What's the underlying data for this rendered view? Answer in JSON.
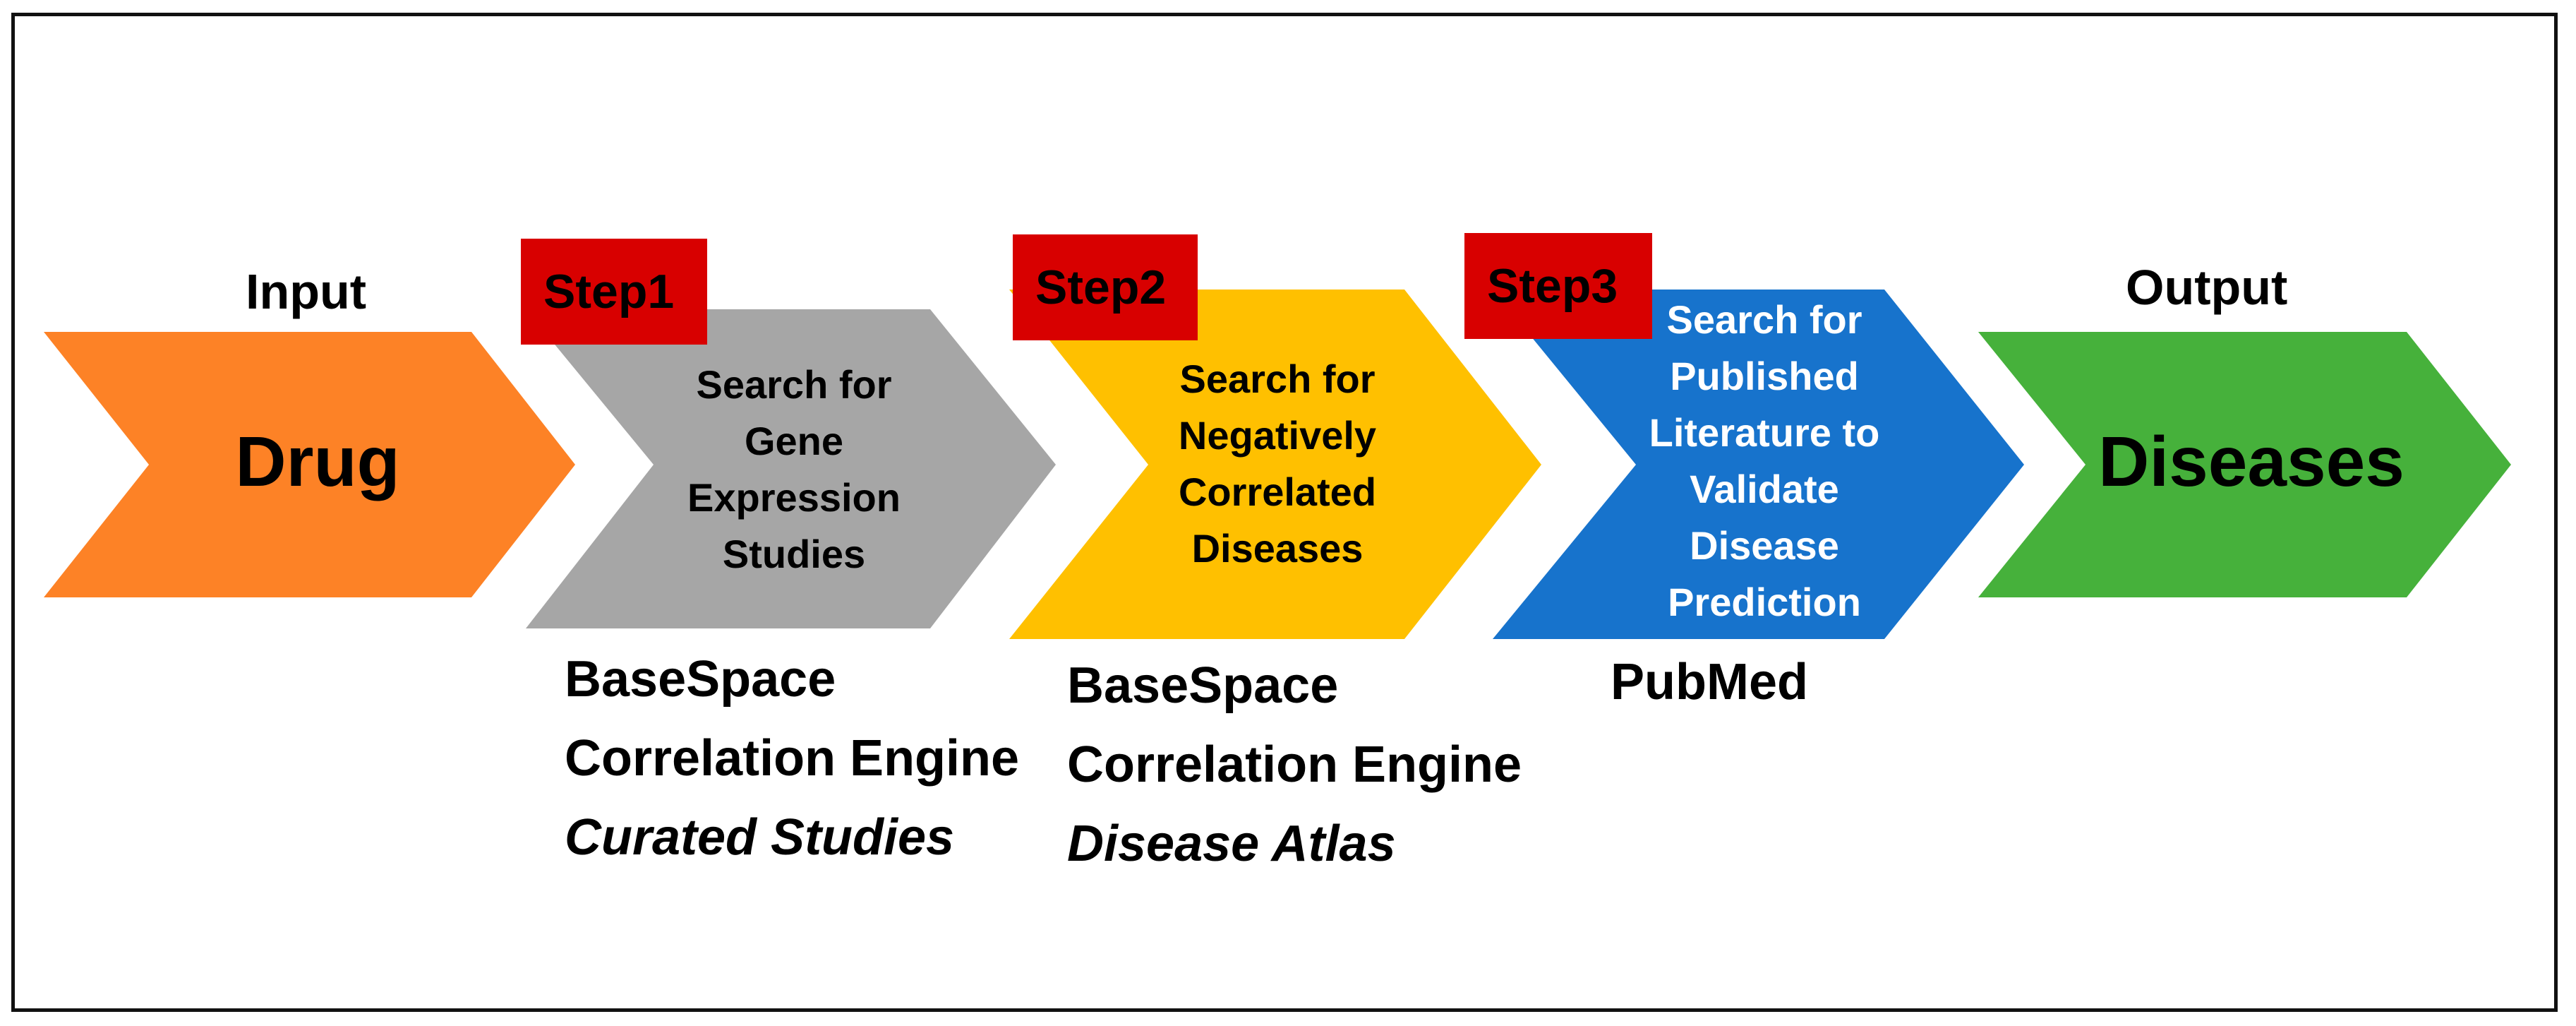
{
  "diagram": {
    "input": {
      "label": "Input",
      "title": "Drug",
      "color": "#fd8226"
    },
    "steps": [
      {
        "tag": "Step1",
        "lines": [
          "Search for",
          "Gene",
          "Expression",
          "Studies"
        ],
        "color": "#a6a6a6",
        "text_color": "#000000",
        "tools": [
          "BaseSpace",
          "Correlation Engine"
        ],
        "tools_italic": "Curated Studies"
      },
      {
        "tag": "Step2",
        "lines": [
          "Search for",
          "Negatively",
          "Correlated",
          "Diseases"
        ],
        "color": "#ffc000",
        "text_color": "#000000",
        "tools": [
          "BaseSpace",
          "Correlation Engine"
        ],
        "tools_italic": "Disease Atlas"
      },
      {
        "tag": "Step3",
        "lines": [
          "Search for",
          "Published",
          "Literature to",
          "Validate",
          "Disease",
          "Prediction"
        ],
        "color": "#1773cc",
        "text_color": "#ffffff",
        "tools": [
          "PubMed"
        ],
        "tools_italic": ""
      }
    ],
    "output": {
      "label": "Output",
      "title": "Diseases",
      "color": "#46b13b"
    },
    "tag_color": "#d80000",
    "frame_color": "#111111"
  }
}
